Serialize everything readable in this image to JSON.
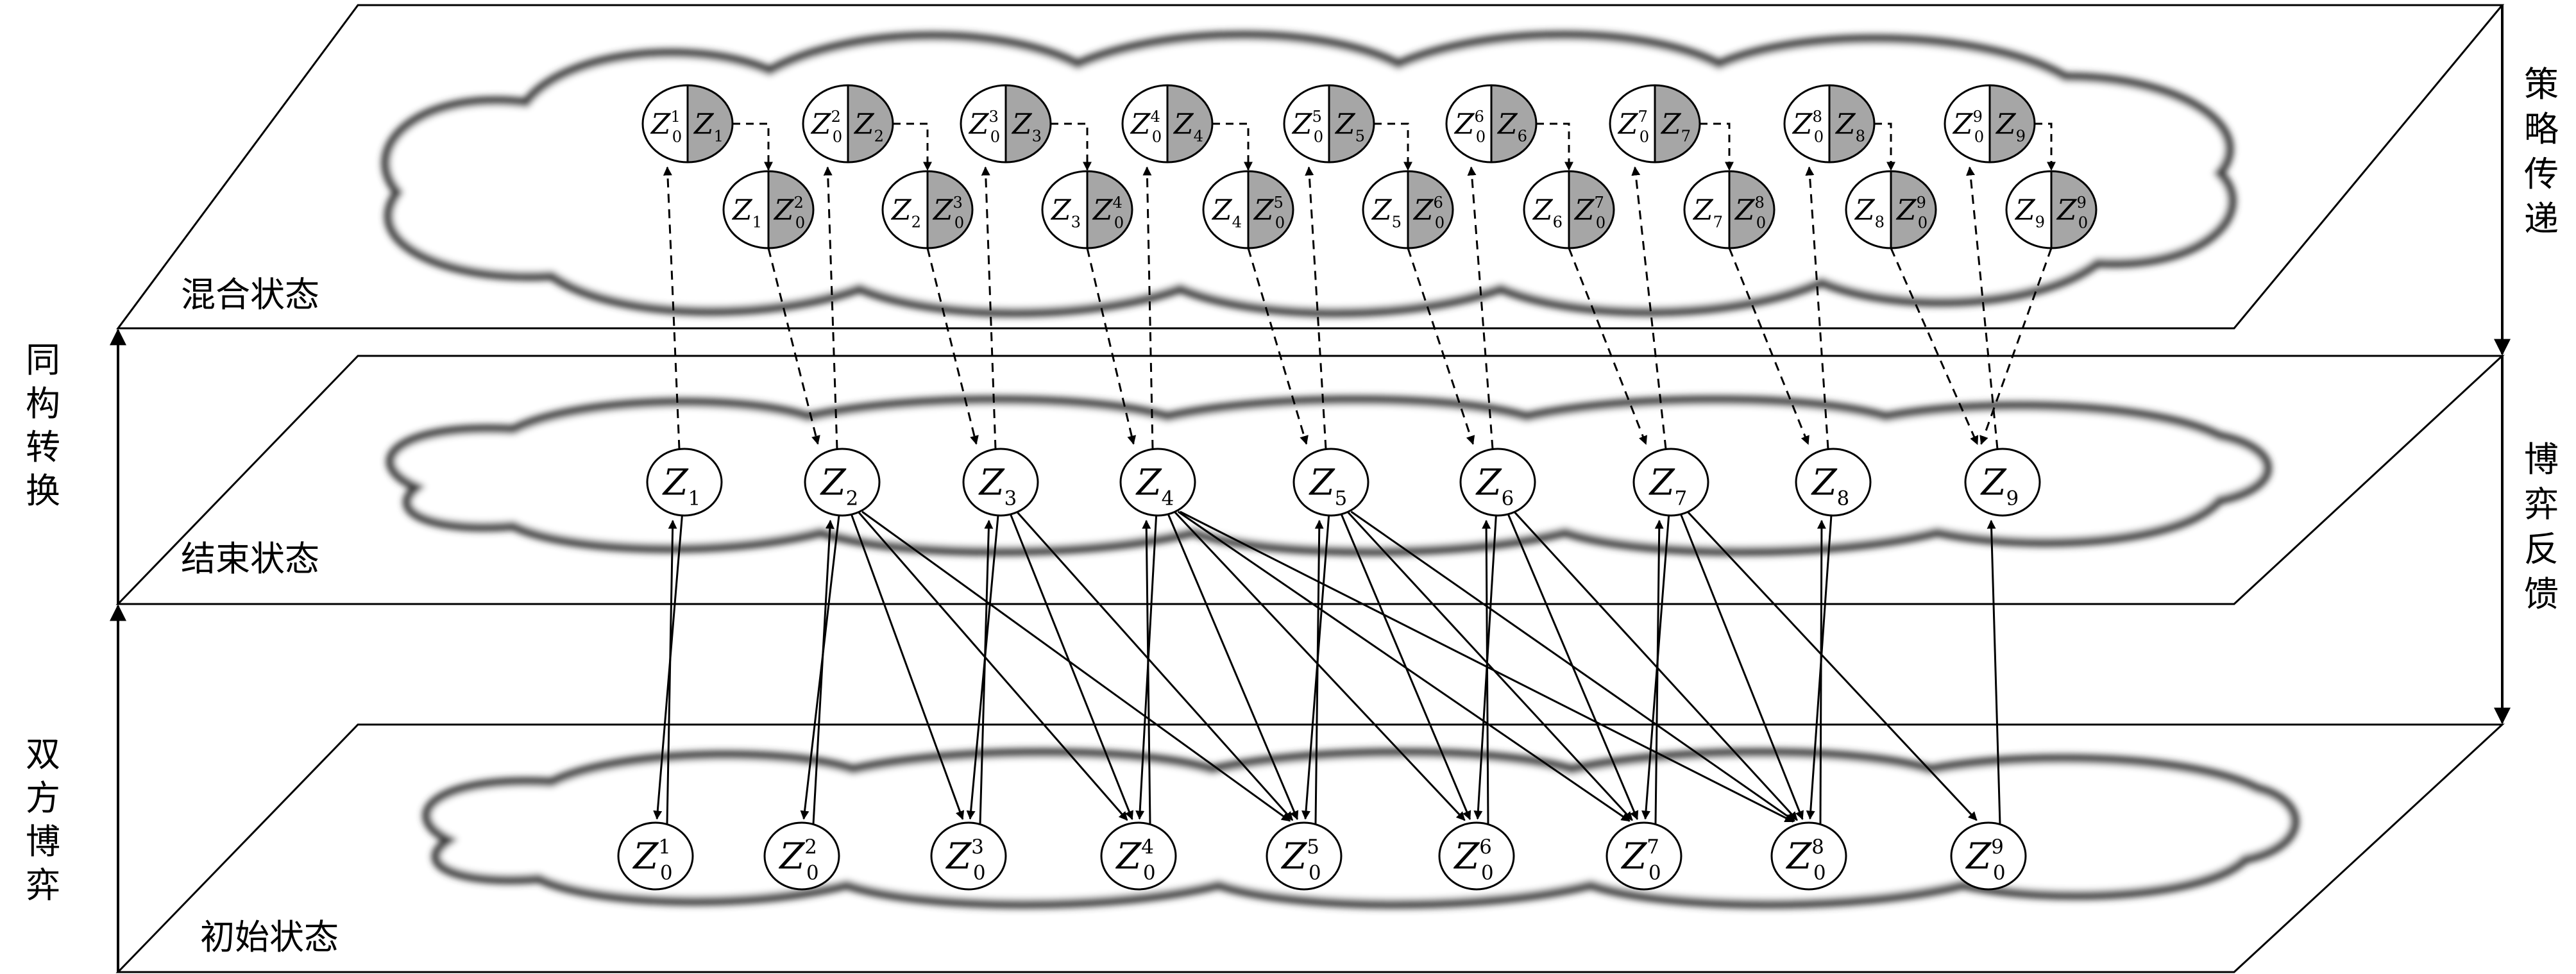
{
  "layers": {
    "top": "混合状态",
    "middle": "结束状态",
    "bottom": "初始状态"
  },
  "side_labels": {
    "left_upper": [
      "同",
      "构",
      "转",
      "换"
    ],
    "left_lower": [
      "双",
      "方",
      "博",
      "弈"
    ],
    "right_upper": [
      "策",
      "略",
      "传",
      "递"
    ],
    "right_lower": [
      "博",
      "弈",
      "反",
      "馈"
    ]
  },
  "symbol": {
    "letter": "Z",
    "zero": "0"
  },
  "nodes": [
    "1",
    "2",
    "3",
    "4",
    "5",
    "6",
    "7",
    "8",
    "9"
  ],
  "colors": {
    "line": "#000000",
    "fill_shade": "#a6a6a6",
    "cloud_edge": "#3a3a3a"
  }
}
